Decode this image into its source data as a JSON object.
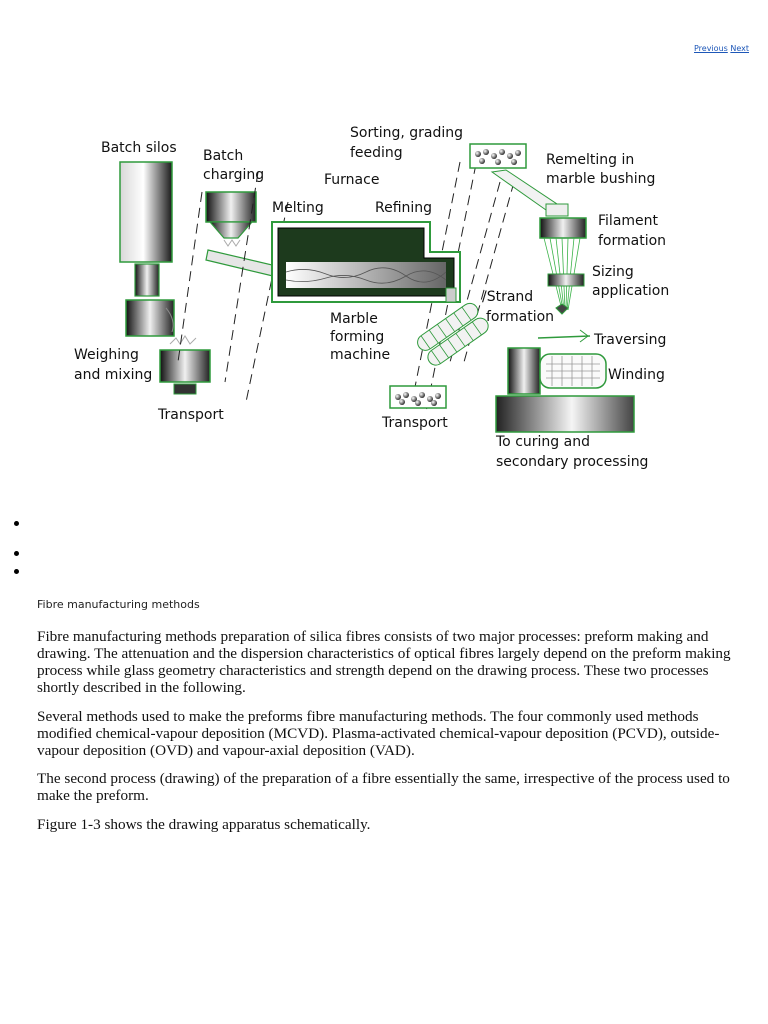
{
  "nav": {
    "previous": "Previous",
    "next": "Next"
  },
  "figure": {
    "labels": {
      "batch_silos": "Batch silos",
      "batch_charging_1": "Batch",
      "batch_charging_2": "charging",
      "sorting_1": "Sorting, grading",
      "sorting_2": "feeding",
      "furnace": "Furnace",
      "melting": "Melting",
      "refining": "Refining",
      "remelting_1": "Remelting in",
      "remelting_2": "marble bushing",
      "filament_1": "Filament",
      "filament_2": "formation",
      "sizing_1": "Sizing",
      "sizing_2": "application",
      "strand_1": "/Strand",
      "strand_2": "formation",
      "traversing": "Traversing",
      "winding": "Winding",
      "marble_1": "Marble",
      "marble_2": "forming",
      "marble_3": "machine",
      "weighing_1": "Weighing",
      "weighing_2": "and mixing",
      "transport_left": "Transport",
      "transport_mid": "Transport",
      "curing_1": "To curing and",
      "curing_2": "secondary processing"
    },
    "colors": {
      "outline": "#2f9a3c",
      "fiber": "#3cb34a"
    }
  },
  "caption": "Fibre manufacturing methods",
  "paragraphs": [
    "Fibre manufacturing methods preparation of silica fibres consists of two major processes: preform making and drawing. The attenuation and the dispersion characteristics of optical fibres largely depend on the preform making process while glass geometry characteristics and strength depend on the drawing process. These two processes shortly described in the following.",
    "Several methods used to make the preforms fibre manufacturing methods. The four commonly used methods modified chemical-vapour deposition (MCVD). Plasma-activated chemical-vapour deposition (PCVD), outside-vapour deposition (OVD) and vapour-axial deposition (VAD).",
    "The second process (drawing) of the preparation of a fibre essentially the same, irrespective of the process used to make the preform.",
    "Figure 1-3 shows the drawing apparatus schematically."
  ]
}
